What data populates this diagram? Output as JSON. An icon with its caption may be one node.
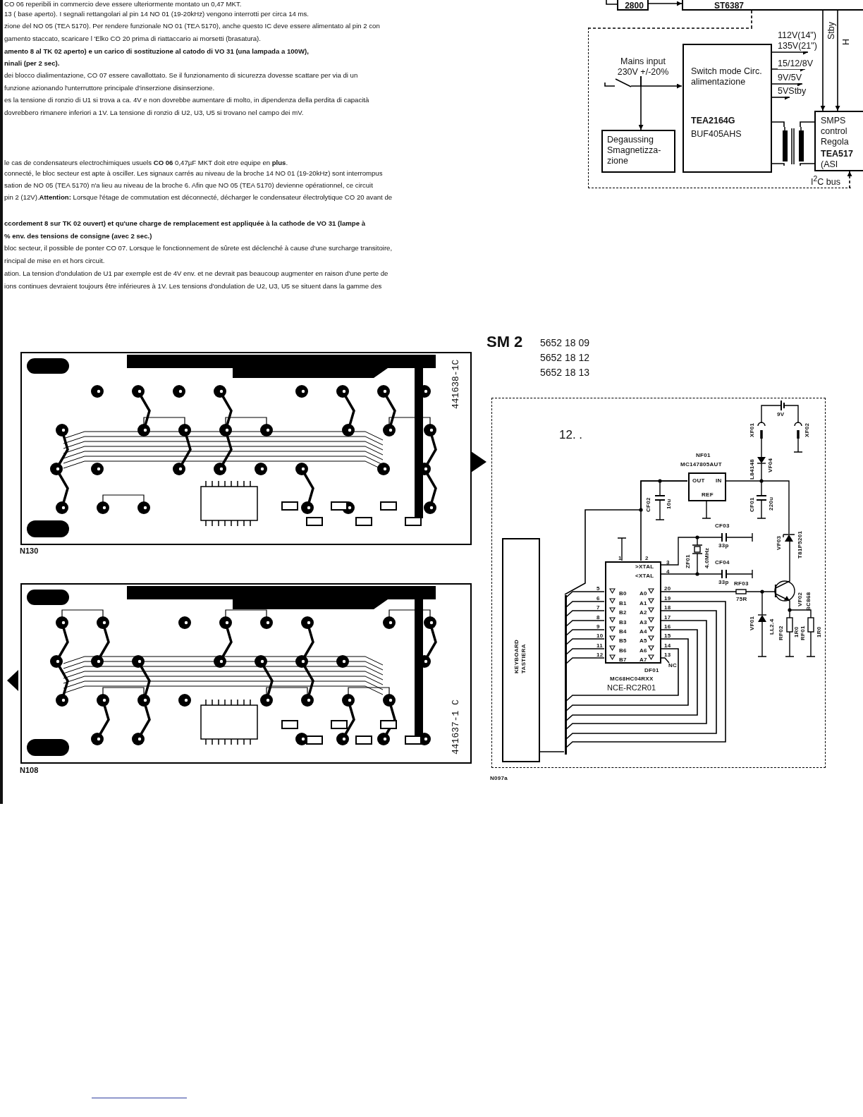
{
  "diagram": {
    "title": "SM 2",
    "nodes": [
      {
        "text": [
          "2800"
        ]
      },
      {
        "text": [
          "ST6387"
        ]
      },
      {
        "text": [],
        "shape": "box"
      },
      {
        "text": [
          "Mains input 230V +/-20%"
        ],
        "in": 2
      },
      {
        "text": [
          "Switch mode Circ. alimentazione",
          "**TEA2164G** BUF405AHS"
        ],
        "in": 2
      },
      {
        "text": [
          "Degaussing Smagnetizza- zione"
        ],
        "in": 2
      },
      {
        "text": [
          "SMPS control Regola",
          "**TEA517** (ASI"
        ]
      },
      {
        "text": [],
        "shape": "picture",
        "in": 2
      },
      {
        "text": [],
        "shape": "box"
      },
      {
        "text": [
          "KEYBOARD TASTIERA"
        ],
        "in": 8
      },
      {
        "text": [
          "OUT",
          "IN",
          "REF"
        ],
        "in": 8,
        "beside": [
          "NF01",
          "MC147805AUT"
        ]
      },
      {
        "text": [
          ">XTAL",
          "<XTAL",
          "B0",
          "B1",
          "B2",
          "B3",
          "B4",
          "B5",
          "B6",
          "B7",
          "A0",
          "A1",
          "A2",
          "A3",
          "A4",
          "A5",
          "A6",
          "A7"
        ],
        "in": 8,
        "beside": [
          "DF01",
          "MC68HC04RXX",
          "NCE-RC2R01",
          "1",
          "2",
          "3",
          "4",
          "5",
          "6",
          "7",
          "8",
          "9",
          "10",
          "11",
          "12",
          "20",
          "19",
          "18",
          "17",
          "16",
          "15",
          "14",
          "13"
        ]
      },
      {
        "text": [],
        "shape": "bar",
        "in": 8
      }
    ],
    "edges": [
      {
        "from": 0,
        "to": 1,
        "arrow": "to"
      },
      {
        "from": 3,
        "to": 4,
        "arrow": "to"
      },
      {
        "from": 3,
        "to": 5,
        "arrow": "to"
      },
      {
        "from": 4,
        "to": null,
        "arrow": "to",
        "label": "112V(14\") 135V(21\")"
      },
      {
        "from": 4,
        "to": null,
        "arrow": "to",
        "label": "15/12/8V"
      },
      {
        "from": 4,
        "to": null,
        "arrow": "to",
        "label": "9V/5V"
      },
      {
        "from": 4,
        "to": null,
        "arrow": "to",
        "label": "5VStby"
      },
      {
        "from": 4,
        "to": 7,
        "arrow": "none"
      },
      {
        "from": 7,
        "to": 6,
        "arrow": "none"
      },
      {
        "from": 1,
        "to": 6,
        "arrow": "to",
        "label": "Stby"
      },
      {
        "from": 1,
        "to": 6,
        "arrow": "to",
        "label": "H"
      },
      {
        "from": 2,
        "to": 6,
        "arrow": "to",
        "label": "I$^{2}$C bus",
        "style": "dashed"
      },
      {
        "from": 9,
        "to": 12,
        "arrow": "none"
      },
      {
        "from": 10,
        "to": 11,
        "arrow": "none"
      },
      {
        "from": 4,
        "to": 7,
        "arrow": "none"
      },
      {
        "from": 7,
        "to": 6,
        "arrow": "none"
      },
      {
        "from": 10,
        "to": 12,
        "arrow": "none"
      },
      {
        "from": 12,
        "to": 11,
        "arrow": "none"
      },
      {
        "from": 12,
        "to": 11,
        "arrow": "none"
      },
      {
        "from": 12,
        "to": 11,
        "arrow": "none"
      },
      {
        "from": 12,
        "to": 11,
        "arrow": "none"
      },
      {
        "from": 12,
        "to": 11,
        "arrow": "none"
      },
      {
        "from": 12,
        "to": 11,
        "arrow": "none"
      },
      {
        "from": 12,
        "to": 11,
        "arrow": "none"
      },
      {
        "from": 12,
        "to": 11,
        "arrow": "none"
      },
      {
        "from": 12,
        "to": 11,
        "arrow": "none"
      },
      {
        "from": 12,
        "to": 11,
        "arrow": "none"
      },
      {
        "from": 12,
        "to": 11,
        "arrow": "none"
      },
      {
        "from": 12,
        "to": 11,
        "arrow": "none"
      },
      {
        "from": 12,
        "to": 11,
        "arrow": "none"
      },
      {
        "from": 12,
        "to": 11,
        "arrow": "none"
      },
      {
        "from": 1,
        "to": 2,
        "arrow": "none",
        "style": "dashed"
      }
    ],
    "labels": [
      "CO 06 reperibili in commercio deve essere ulteriormente montato un 0,47 MKT.",
      "13 ( base aperto).  I  segnali rettangolari al pin 14 NO 01 (19-20kHz) vengono interrotti  per circa 14 ms.",
      "zione del NO 05 (TEA 5170). Per rendere funzionale NO 01 (TEA 5170), anche questo IC deve essere alimentato al pin 2 con",
      "gamento staccato, scaricare l 'Elko CO 20 prima  di riattaccario ai morsetti  (brasatura).",
      "amento 8 al TK 02 aperto) e un carico di sostituzione al catodo di VO 31 (una lampada a 100W),",
      "ninali (per 2 sec).",
      "dei blocco dialimentazione,  CO 07 essere cavallottato. Se il funzionamento di sicurezza dovesse scattare per via di un",
      "funzione azionando l'unterruttore principale d'inserzione disinserzione.",
      "es la tensione di ronzio di U1 si trova a ca. 4V e non dovrebbe aumentare di molto, in dipendenza della perdita  di capacità",
      "dovrebbero rimanere inferiori a 1V. La tensione di ronzio di U2, U3, U5 si trovano nel campo dei mV.",
      "le cas de condensateurs electrochimiques usuels **CO 06** 0,47µF MKT doit etre equipe en **plus**.",
      "connecté, le bloc secteur est apte à osciller. Les signaux carrés au niveau de la broche 14 NO 01 (19-20kHz) sont interrompus",
      "sation de NO 05 (TEA 5170) n'a lieu au niveau de la broche 6. Afin que NO 05 (TEA 5170) devienne opérationnel, ce circuit",
      "pin 2 (12V).**Attention:** Lorsque l'étage de commutation est déconnecté, décharger le condensateur électrolytique CO 20 avant de",
      "ccordement 8 sur TK 02 ouvert) et qu'une charge de remplacement est appliquée à la cathode de VO 31 (lampe à",
      "% env. des tensions de consigne (avec 2 sec.)",
      "bloc secteur, il possible de ponter CO 07. Lorsque le fonctionnement de sûrete est déclenché à cause d'une surcharge transitoire,",
      "rincipal de mise en et hors circuit.",
      "ation. La tension d'ondulation de U1 par exemple est de 4V env. et ne devrait pas beaucoup augmenter en raison d'une perte de",
      "ions continues devraient toujours être inférieures à 1V. Les tensions d'ondulation de U2, U3, U5 se situent dans la gamme des",
      "5652 18 09",
      "5652 18 12",
      "5652 18 13",
      "12. .",
      "9V",
      "XF01",
      "XF02",
      "L84148",
      "VF04",
      "CF02",
      "10u",
      "CF01",
      "220u",
      "CF03",
      "33p",
      "ZF01",
      "4.0MHz",
      "VF03",
      "T81P5201",
      "CF04",
      "33p",
      "RF03",
      "75R",
      "VF02",
      "BC868",
      "VF01",
      "LL2.4",
      "RF02",
      "1R0",
      "RF01",
      "1R0",
      "NC",
      "441638-1C",
      "N130",
      "441637-1 C",
      "N108",
      "N097a"
    ]
  }
}
